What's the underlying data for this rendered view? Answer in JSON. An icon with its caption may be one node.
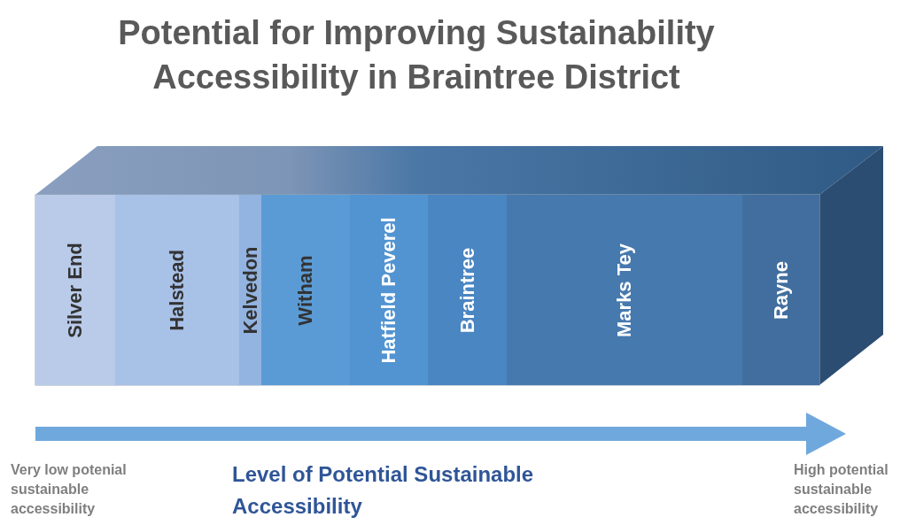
{
  "diagram": {
    "title": "Potential for Improving Sustainability Accessibility in Braintree District",
    "nodes": [
      {
        "text": [
          "Silver End"
        ]
      },
      {
        "text": [
          "Halstead"
        ]
      },
      {
        "text": [
          "Kelvedon"
        ]
      },
      {
        "text": [
          "Witham"
        ]
      },
      {
        "text": [
          "Hatfield Peverel"
        ]
      },
      {
        "text": [
          "Braintree"
        ]
      },
      {
        "text": [
          "Marks Tey"
        ]
      },
      {
        "text": [
          "Rayne"
        ]
      }
    ],
    "labels": [
      "Very low  potenial sustainable accessibility",
      "Level of Potential Sustainable Accessibility",
      "High potential sustainable accessibility"
    ]
  }
}
